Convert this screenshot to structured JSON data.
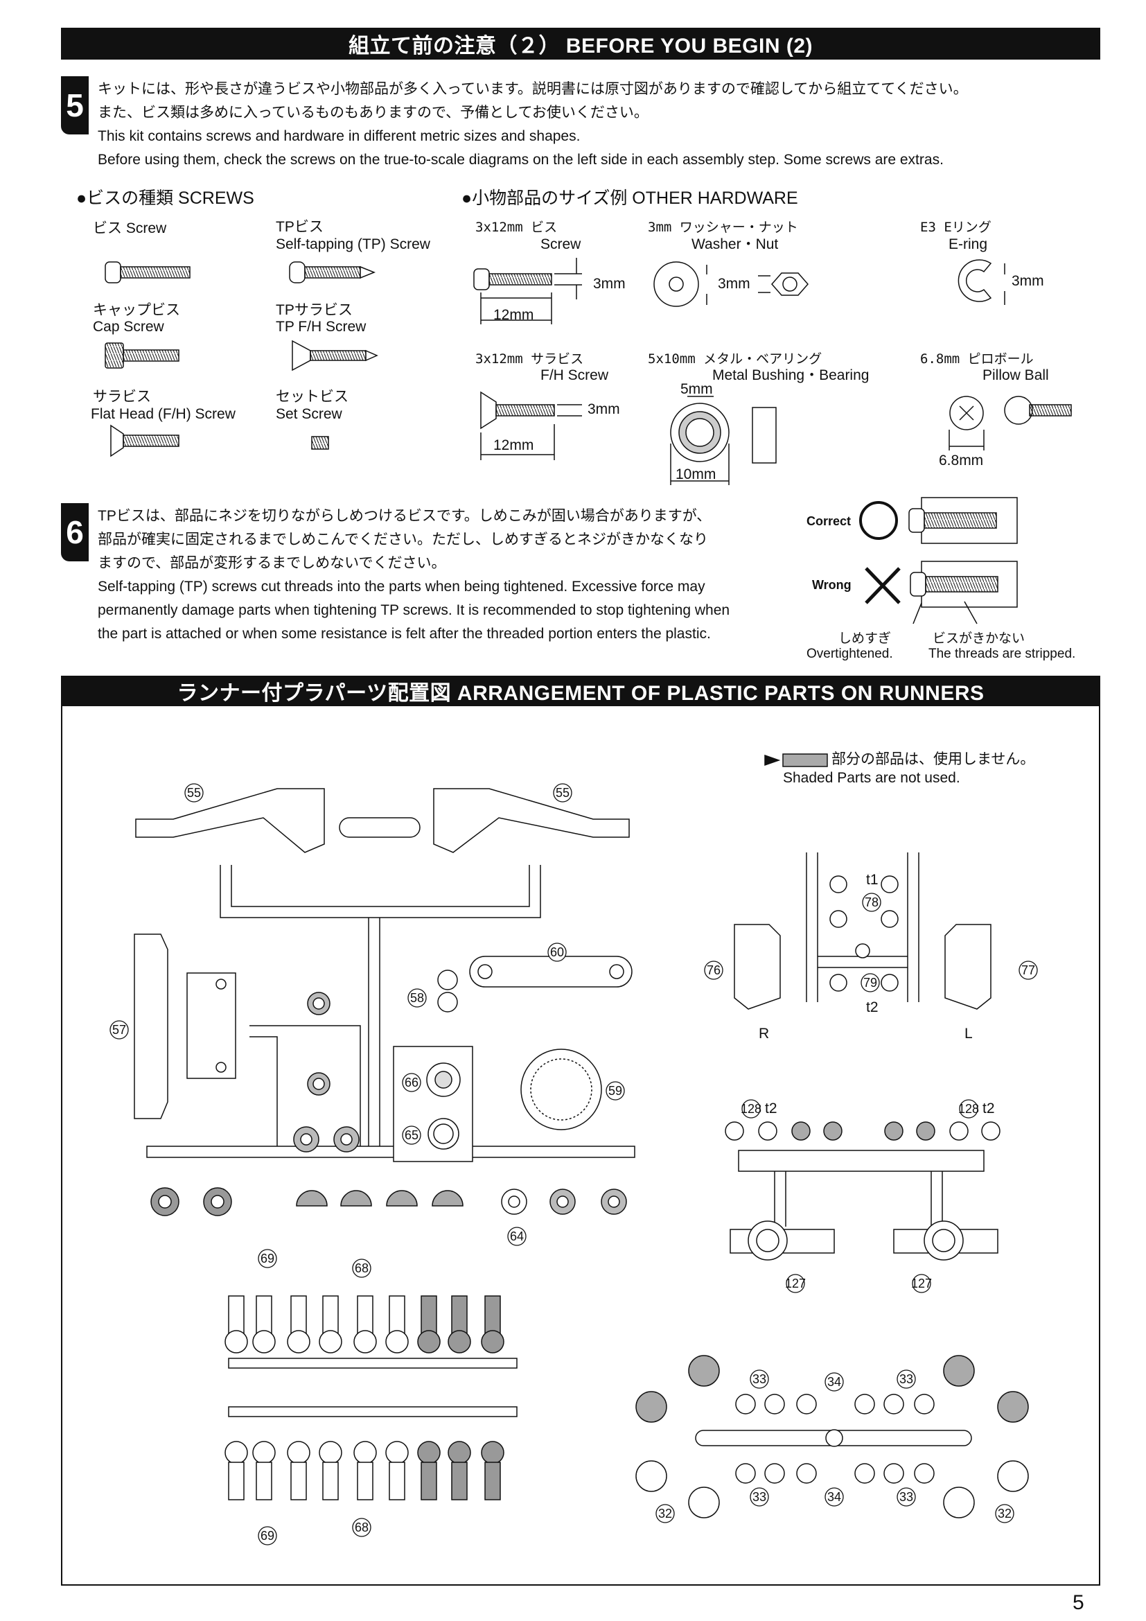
{
  "banner1": "組立て前の注意（２） BEFORE YOU BEGIN (2)",
  "step5": {
    "number": "5",
    "lines": [
      "キットには、形や長さが違うビスや小物部品が多く入っています。説明書には原寸図がありますので確認してから組立ててください。",
      "また、ビス類は多めに入っているものもありますので、予備としてお使いください。",
      "This kit contains screws and hardware in different metric sizes and shapes.",
      "Before using them, check the screws on the true-to-scale diagrams on the left side in each assembly step.  Some screws are extras."
    ]
  },
  "screws": {
    "header": "●ビスの種類 SCREWS",
    "items": [
      {
        "jp": "ビス Screw",
        "en": ""
      },
      {
        "jp": "TPビス",
        "en": "Self-tapping (TP) Screw"
      },
      {
        "jp": "キャップビス",
        "en": "Cap Screw"
      },
      {
        "jp": "TPサラビス",
        "en": "TP F/H Screw"
      },
      {
        "jp": "サラビス",
        "en": "Flat Head (F/H) Screw"
      },
      {
        "jp": "セットビス",
        "en": "Set Screw"
      }
    ]
  },
  "hardware": {
    "header": "●小物部品のサイズ例 OTHER HARDWARE",
    "items": [
      {
        "jp": "3x12mm ビス",
        "en": "Screw",
        "dims": [
          "3mm",
          "12mm"
        ]
      },
      {
        "jp": "3mm ワッシャー・ナット",
        "en": "Washer・Nut",
        "dims": [
          "3mm"
        ]
      },
      {
        "jp": "E3 Eリング",
        "en": "E-ring",
        "dims": [
          "3mm"
        ]
      },
      {
        "jp": "3x12mm サラビス",
        "en": "F/H Screw",
        "dims": [
          "3mm",
          "12mm"
        ]
      },
      {
        "jp": "5x10mm メタル・ベアリング",
        "en": "Metal Bushing・Bearing",
        "dims": [
          "5mm",
          "10mm"
        ]
      },
      {
        "jp": "6.8mm ピロボール",
        "en": "Pillow Ball",
        "dims": [
          "6.8mm"
        ]
      }
    ]
  },
  "step6": {
    "number": "6",
    "lines": [
      "TPビスは、部品にネジを切りながらしめつけるビスです。しめこみが固い場合がありますが、",
      "部品が確実に固定されるまでしめこんでください。ただし、しめすぎるとネジがきかなくなり",
      "ますので、部品が変形するまでしめないでください。",
      "Self-tapping (TP) screws cut threads into the parts when being tightened.  Excessive force may",
      "permanently damage parts when tightening TP screws.  It is recommended to stop tightening when",
      "the part is attached or when some resistance is felt after the threaded portion enters the plastic."
    ],
    "correct": "Correct",
    "wrong": "Wrong",
    "over_jp": "しめすぎ",
    "over_en": "Overtightened.",
    "strip_jp": "ビスがきかない",
    "strip_en": "The threads are stripped."
  },
  "banner2": "ランナー付プラパーツ配置図 ARRANGEMENT OF PLASTIC PARTS ON RUNNERS",
  "runners": {
    "note_jp": "部分の部品は、使用しません。",
    "note_en": "Shaded Parts are not used.",
    "labels": {
      "p55a": "55",
      "p55b": "55",
      "p57": "57",
      "p58": "58",
      "p59": "59",
      "p60": "60",
      "p64": "64",
      "p65": "65",
      "p66": "66",
      "p68a": "68",
      "p68b": "68",
      "p69a": "69",
      "p69b": "69",
      "p76": "76",
      "p77": "77",
      "p78": "78",
      "p79": "79",
      "t1": "t1",
      "t2": "t2",
      "R": "R",
      "L": "L",
      "p128a": "128",
      "p128b": "128",
      "t2a": "t2",
      "t2b": "t2",
      "p127a": "127",
      "p127b": "127",
      "p33a": "33",
      "p33b": "33",
      "p33c": "33",
      "p33d": "33",
      "p34a": "34",
      "p34b": "34",
      "p32a": "32",
      "p32b": "32"
    }
  },
  "page_number": "5"
}
